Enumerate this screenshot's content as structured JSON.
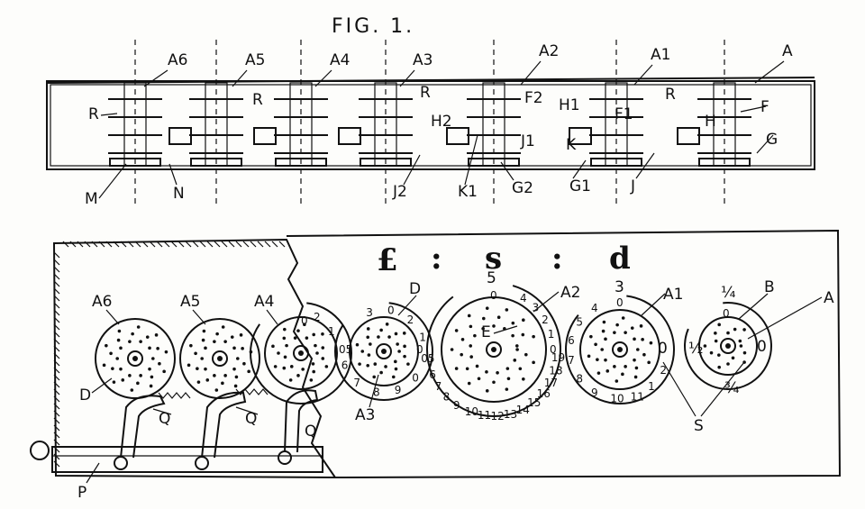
{
  "figure": {
    "title": "FIG. 1."
  },
  "currency_header": {
    "pound": "£",
    "sep1": ":",
    "shilling": "s",
    "sep2": ":",
    "pence": "d"
  },
  "top_view_labels": {
    "A6": "A6",
    "A5": "A5",
    "A4": "A4",
    "A3": "A3",
    "A2": "A2",
    "A1": "A1",
    "A": "A",
    "R_left": "R",
    "R_a5": "R",
    "R_a2": "R",
    "R_a1": "R",
    "F2": "F2",
    "F1": "F1",
    "F": "F",
    "H2": "H2",
    "H1": "H1",
    "H": "H",
    "J2": "J2",
    "J1": "J1",
    "J": "J",
    "K1": "K1",
    "K": "K",
    "G2": "G2",
    "G1": "G1",
    "G": "G",
    "M": "M",
    "N": "N"
  },
  "bottom_view_labels": {
    "A6": "A6",
    "A5": "A5",
    "A4": "A4",
    "A3": "A3",
    "A2": "A2",
    "A1": "A1",
    "A": "A",
    "B": "B",
    "D_left": "D",
    "D_a3": "D",
    "E": "E",
    "S": "S",
    "P": "P",
    "Q1": "Q",
    "Q2": "Q",
    "Q3": "Q"
  },
  "dial_numbers": {
    "a4_top": "0",
    "a4_2": "2",
    "a4_1": "1",
    "a3_numbers": [
      "3",
      "0",
      "2",
      "1",
      "05",
      "0",
      "9",
      "8",
      "7",
      "6"
    ],
    "a3_left": "05",
    "a3_right": "0",
    "a2_top": "5",
    "a2_inner_top": "0",
    "a2_ring_left": [
      "6",
      "7",
      "8",
      "9",
      "10",
      "11",
      "12",
      "13"
    ],
    "a2_ring_bottom": [
      "14",
      "15",
      "16",
      "17",
      "18",
      "19"
    ],
    "a2_ring_right": [
      "4",
      "3",
      "2",
      "1",
      "0"
    ],
    "a1_top": "3",
    "a1_inner_top": "0",
    "a1_ring": [
      "4",
      "5",
      "6",
      "7",
      "8",
      "9",
      "10",
      "11",
      "1",
      "2"
    ],
    "a1_sep": "0",
    "a_top": "¼",
    "a_inner_top": "0",
    "a_left": "½",
    "a_right": "0",
    "a_bottom": "¾"
  }
}
